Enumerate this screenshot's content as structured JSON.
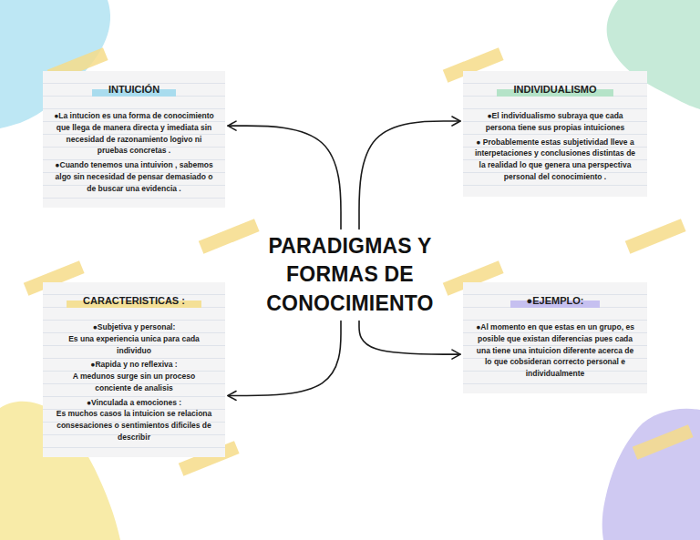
{
  "diagram": {
    "nodes": [
      {
        "text": [
          "INTUICIÓN",
          "●La intucion es una forma de conocimiento que llega de manera directa y imediata sin necesidad de razonamiento logivo ni pruebas concretas .",
          "●Cuando tenemos una intuivion , sabemos algo sin necesidad de pensar demasiado o de buscar una evidencia ."
        ]
      },
      {
        "text": [
          "INDIVIDUALISMO",
          "●El individualismo subraya que cada persona tiene sus propias intuiciones",
          "● Probablemente estas subjetividad lleve a interpetaciones y conclusiones distintas de la realidad lo que genera una perspectiva personal del conocimiento ."
        ]
      },
      {
        "text": [
          "PARADIGMAS Y FORMAS DE CONOCIMIENTO"
        ]
      },
      {
        "text": [
          "CARACTERISTICAS :",
          "●Subjetiva y personal:",
          "Es una experiencia unica para cada individuo",
          "●Rapida y no reflexiva :",
          "A medunos surge sin un proceso conciente de analisis",
          "●Vinculada a emociones :",
          "Es muchos casos la intuicion se relaciona consesaciones o sentimientos dificiles de describir"
        ]
      },
      {
        "text": [
          "●EJEMPLO:",
          "●Al momento en que estas en un grupo, es posible que existan diferencias pues cada una tiene una intuicion diferente acerca de lo que cobsideran correcto personal e individualmente"
        ]
      }
    ],
    "edges": [
      {
        "from": 2,
        "to": 0,
        "arrow": "to"
      },
      {
        "from": 2,
        "to": 1,
        "arrow": "to"
      },
      {
        "from": 2,
        "to": 3,
        "arrow": "to"
      },
      {
        "from": 2,
        "to": 4,
        "arrow": "to"
      }
    ]
  }
}
